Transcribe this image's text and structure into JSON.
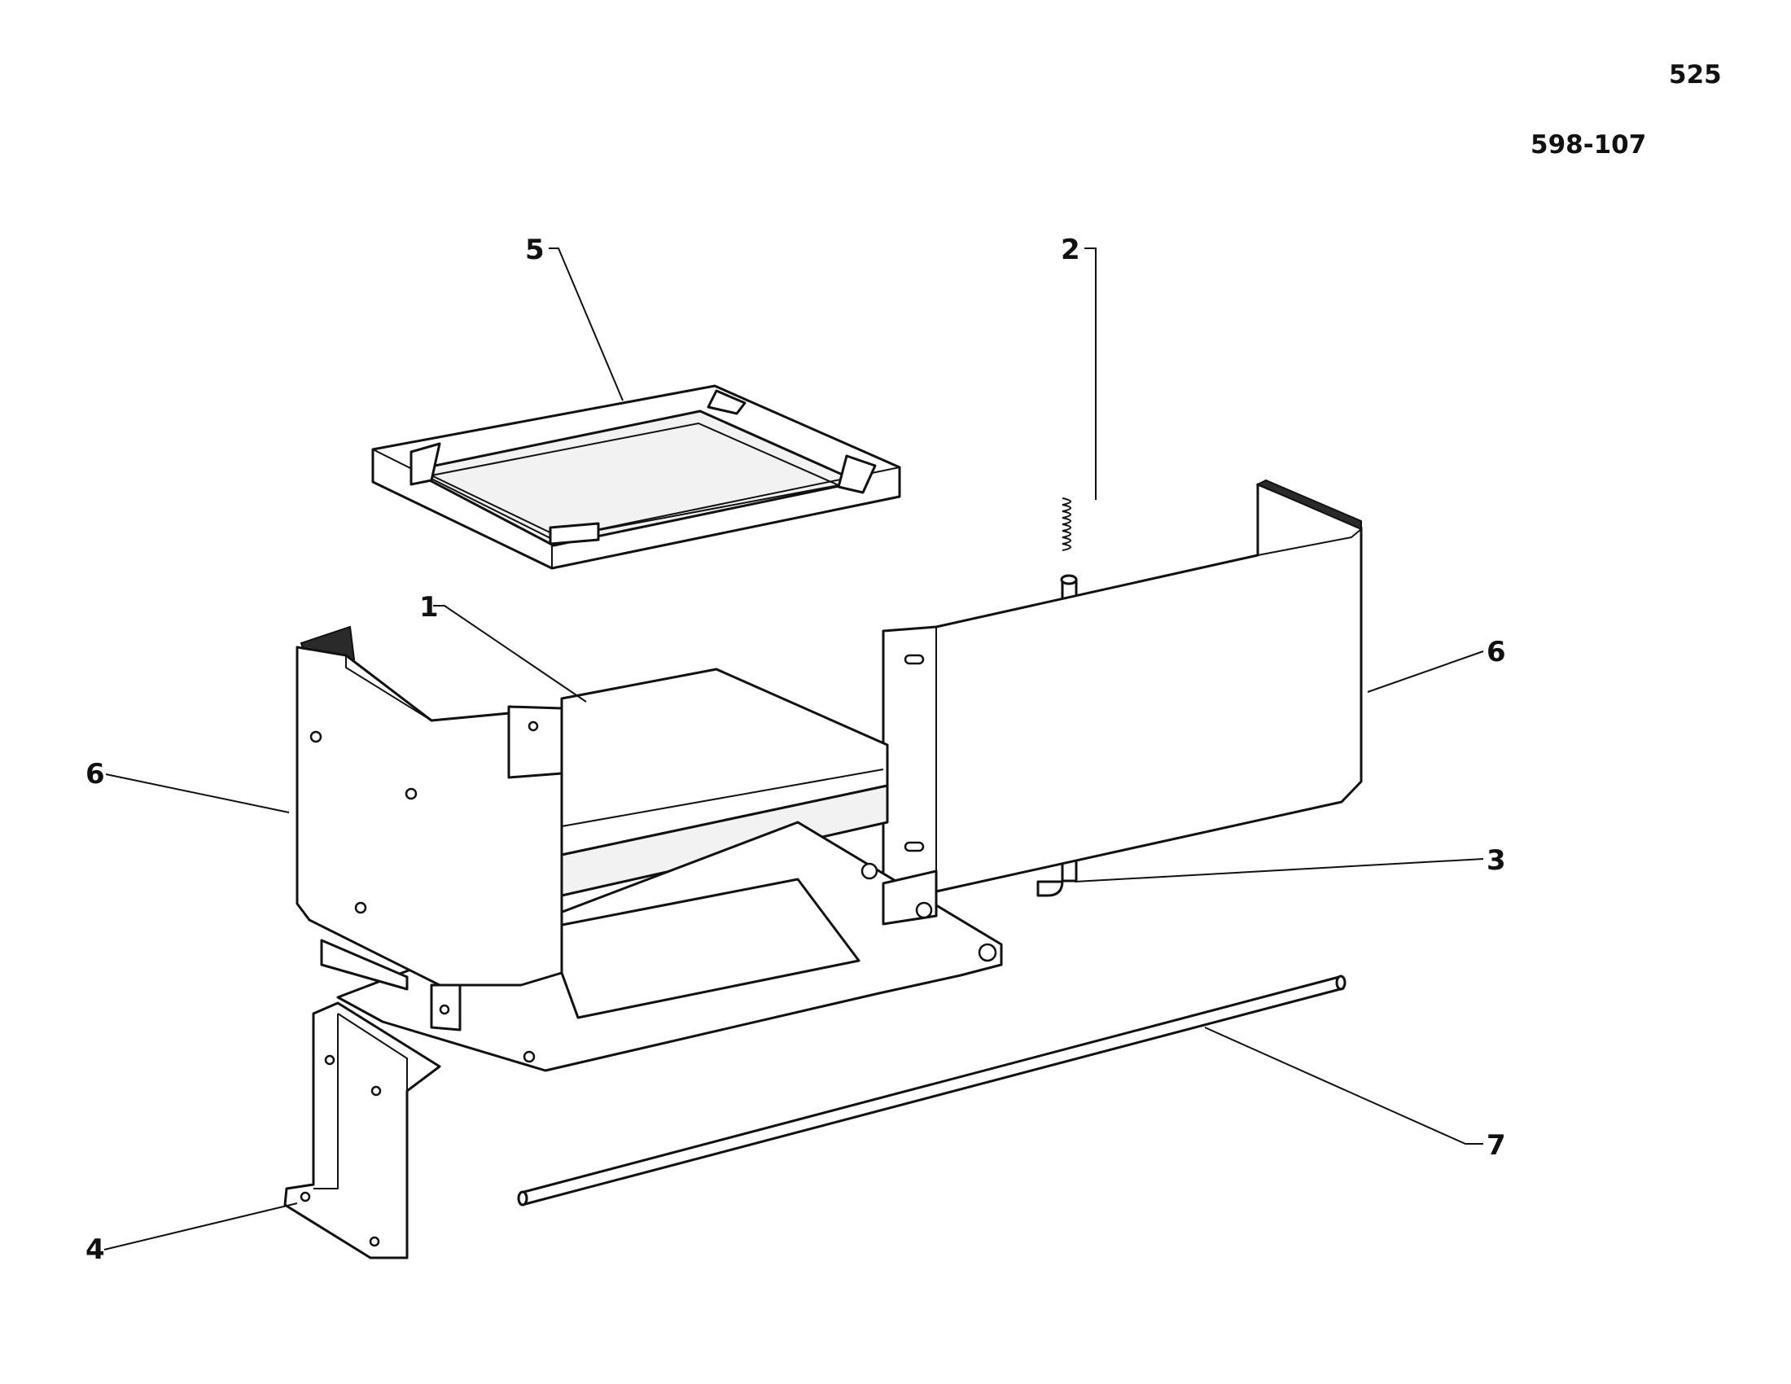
{
  "page": {
    "page_number": "525",
    "figure_code": "598-107"
  },
  "callouts": [
    {
      "id": "c1",
      "label": "1"
    },
    {
      "id": "c2",
      "label": "2"
    },
    {
      "id": "c3",
      "label": "3"
    },
    {
      "id": "c4",
      "label": "4"
    },
    {
      "id": "c5",
      "label": "5"
    },
    {
      "id": "c6a",
      "label": "6"
    },
    {
      "id": "c6b",
      "label": "6"
    },
    {
      "id": "c7",
      "label": "7"
    }
  ]
}
